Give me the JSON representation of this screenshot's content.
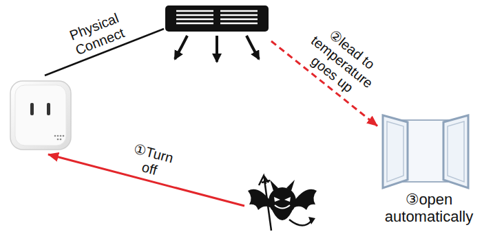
{
  "diagram": {
    "nodes": [
      {
        "text": []
      },
      {
        "text": []
      },
      {
        "text": [
          "③open automatically"
        ]
      },
      {
        "text": []
      }
    ],
    "edges": [
      {
        "from": 0,
        "to": 1,
        "arrow": "none",
        "label": "Physical Connect"
      },
      {
        "from": 1,
        "to": 2,
        "arrow": "to",
        "label": "②lead to temperature goes up"
      },
      {
        "from": 3,
        "to": 0,
        "arrow": "to",
        "label": "①Turn off"
      }
    ]
  }
}
